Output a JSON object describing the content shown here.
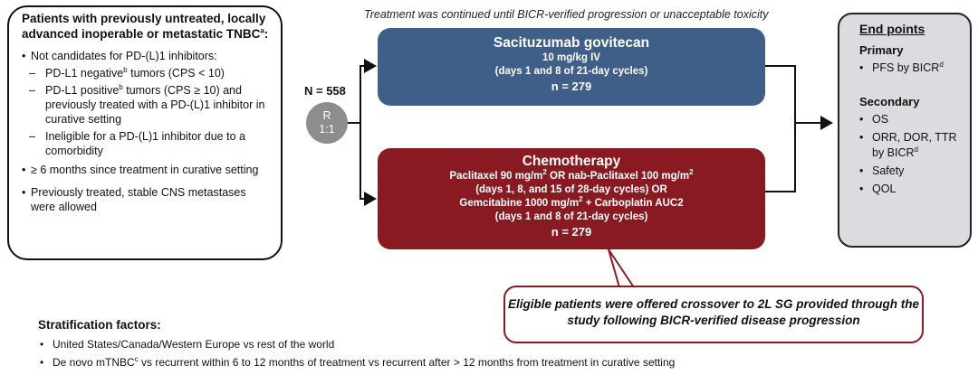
{
  "eligibility": {
    "title_main": "Patients with previously untreated, locally advanced inoperable or metastatic TNBC",
    "title_sup": "a",
    "title_end": ":",
    "b1": "Not candidates for PD-(L)1 inhibitors:",
    "s1_a": "PD-L1 negative",
    "s1_sup": "b",
    "s1_b": " tumors (CPS < 10)",
    "s2_a": "PD-L1 positive",
    "s2_sup": "b",
    "s2_b": " tumors (CPS ≥ 10) and previously treated with a PD-(L)1 inhibitor in curative setting",
    "s3": "Ineligible for a PD-(L)1 inhibitor due to a comorbidity",
    "b2": "≥ 6 months since treatment in curative setting",
    "b3": "Previously treated, stable CNS metastases were allowed"
  },
  "randomization": {
    "n_total": "N = 558",
    "ratio_r": "R",
    "ratio": "1:1"
  },
  "top_note": "Treatment was continued until BICR-verified progression or unacceptable toxicity",
  "arms": {
    "sg": {
      "name": "Sacituzumab govitecan",
      "dose": "10 mg/kg IV",
      "schedule": "(days 1 and 8 of 21-day cycles)",
      "n": "n = 279",
      "color": "#3f5f89"
    },
    "chemo": {
      "name": "Chemotherapy",
      "line1_a": "Paclitaxel 90 mg/m",
      "line1_b": " OR nab-Paclitaxel 100 mg/m",
      "line2": "(days 1, 8, and 15 of 28-day cycles) OR",
      "line3_a": "Gemcitabine 1000 mg/m",
      "line3_b": " + Carboplatin AUC2",
      "line4": "(days 1 and 8 of 21-day cycles)",
      "sup2": "2",
      "n": "n = 279",
      "color": "#8a1a22"
    }
  },
  "endpoints": {
    "heading": "End points",
    "primary_label": "Primary",
    "primary": [
      {
        "text": "PFS by BICR",
        "sup": "d"
      }
    ],
    "secondary_label": "Secondary",
    "secondary_1": "OS",
    "secondary_2": "ORR, DOR, TTR by BICR",
    "secondary_2_sup": "d",
    "secondary_3": "Safety",
    "secondary_4": "QOL"
  },
  "crossover": "Eligible patients were offered crossover to 2L SG provided through the study following BICR-verified disease progression",
  "stratification": {
    "title": "Stratification factors:",
    "f1": "United States/Canada/Western Europe vs rest of the world",
    "f2_a": "De novo mTNBC",
    "f2_sup": "c",
    "f2_b": " vs recurrent within 6 to 12 months of treatment vs recurrent after > 12 months from treatment in curative setting"
  }
}
